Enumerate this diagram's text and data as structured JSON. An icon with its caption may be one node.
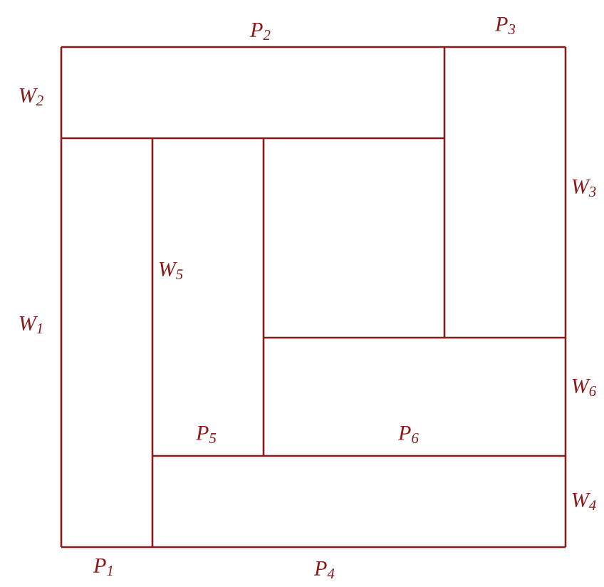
{
  "diagram": {
    "labels": [
      "P$_{2}$",
      "P$_{3}$",
      "W$_{2}$",
      "W$_{3}$",
      "W$_{5}$",
      "W$_{1}$",
      "W$_{6}$",
      "P$_{5}$",
      "P$_{6}$",
      "W$_{4}$",
      "P$_{1}$",
      "P$_{4}$"
    ]
  }
}
